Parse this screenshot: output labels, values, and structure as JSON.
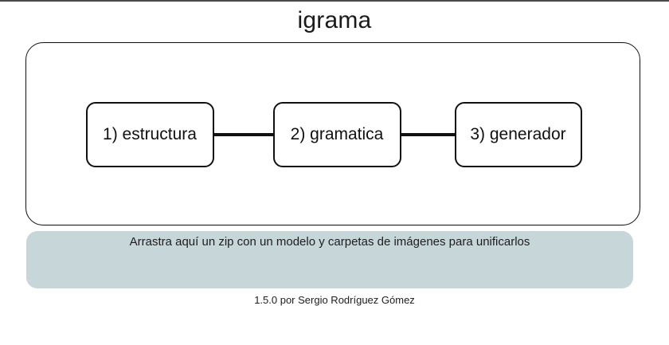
{
  "window": {
    "title": "igrama",
    "background_color": "#ffffff",
    "border_color": "#4a4a4a"
  },
  "pipeline": {
    "panel_border_color": "#111111",
    "connector_color": "#111111",
    "stages": [
      {
        "label": "1) estructura"
      },
      {
        "label": "2) gramatica"
      },
      {
        "label": "3) generador"
      }
    ]
  },
  "drop_zone": {
    "text": "Arrastra aquí un zip con un modelo y carpetas de imágenes para unificarlos",
    "background_color": "#c7d6d9"
  },
  "footer": {
    "version_credit": "1.5.0 por Sergio Rodríguez Gómez"
  }
}
